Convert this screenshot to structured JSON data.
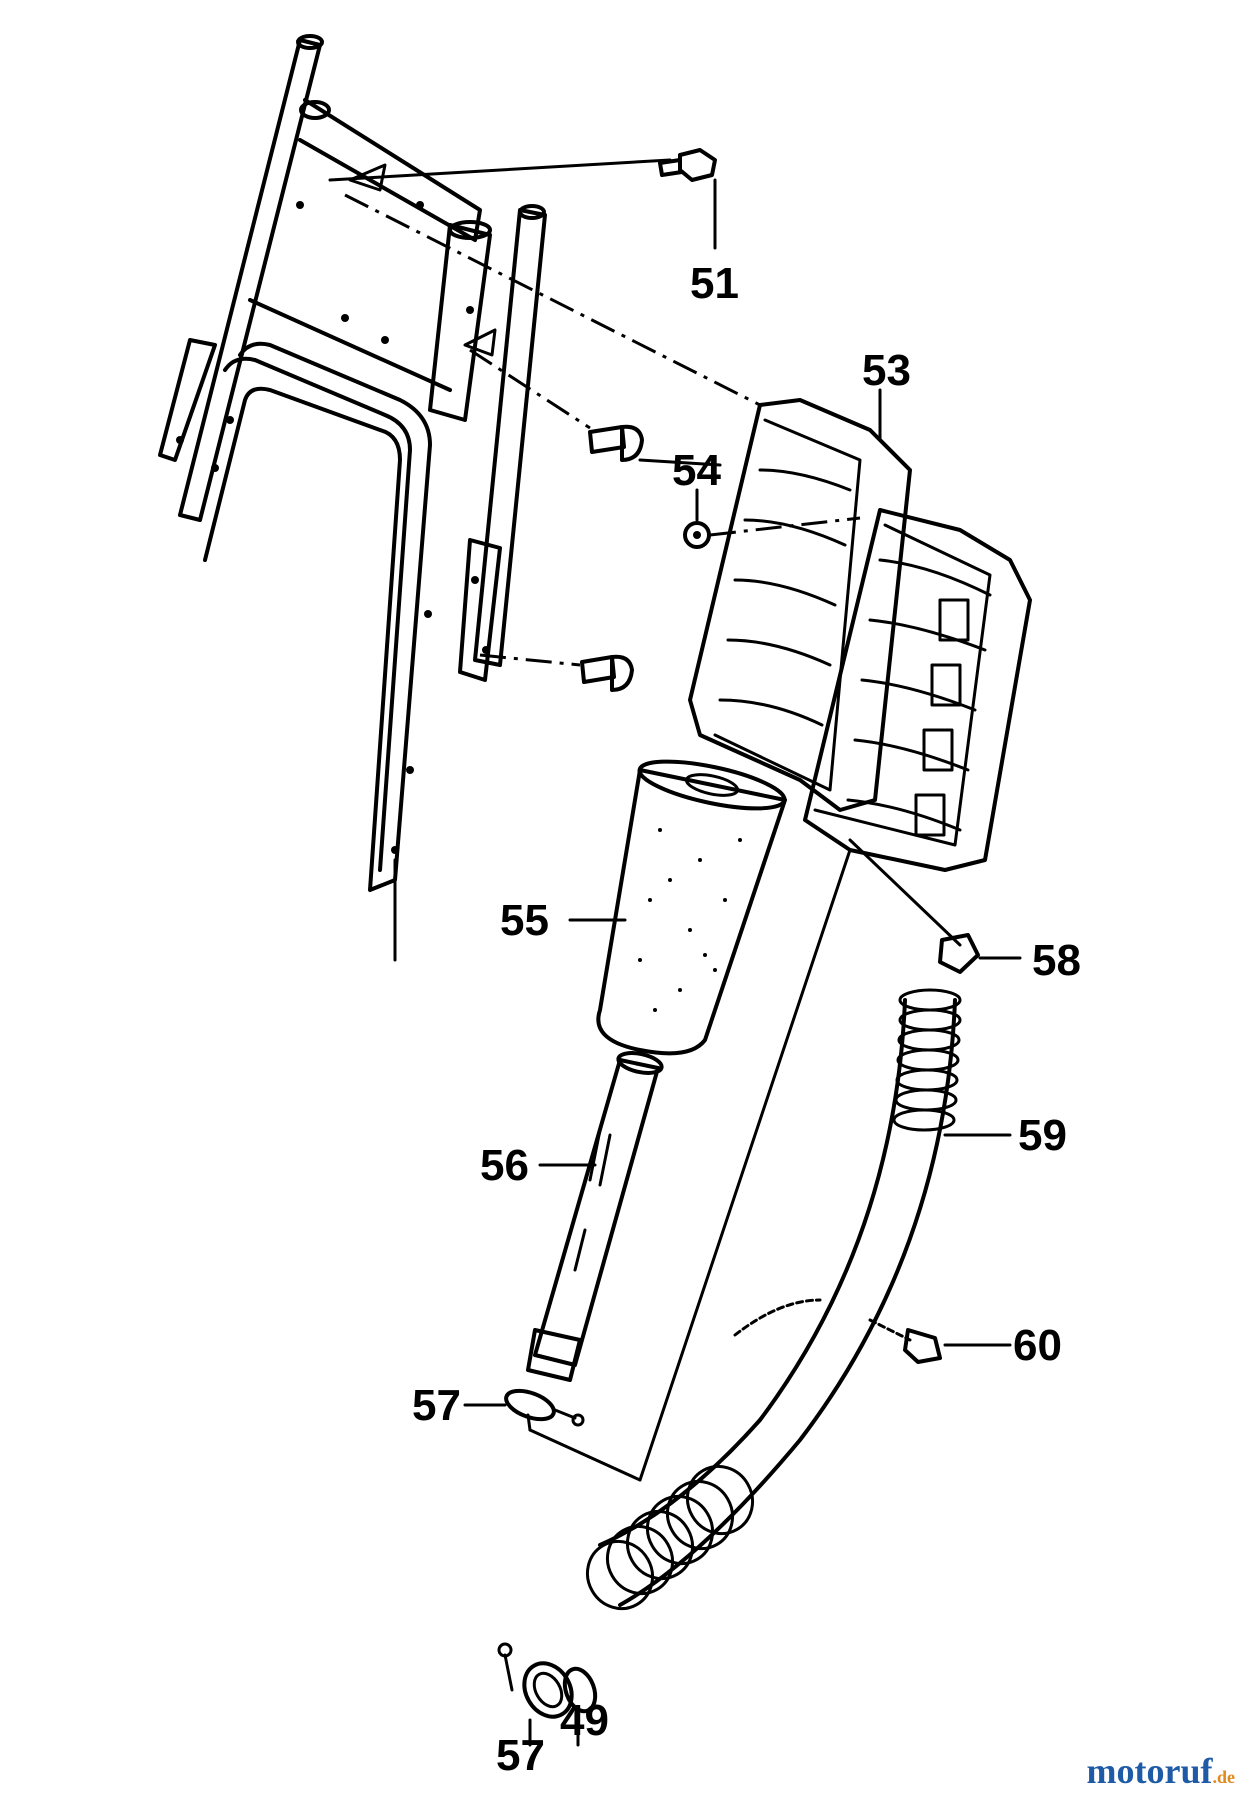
{
  "parts": {
    "p51": "51",
    "p53": "53",
    "p54": "54",
    "p55": "55",
    "p56": "56",
    "p57_upper": "57",
    "p58": "58",
    "p59": "59",
    "p60": "60",
    "p57_lower": "57",
    "p49": "49"
  },
  "watermark": {
    "name": "motoruf",
    "tld": ".de",
    "color_main": "#1f5aa6",
    "color_tld": "#e08a1e"
  }
}
